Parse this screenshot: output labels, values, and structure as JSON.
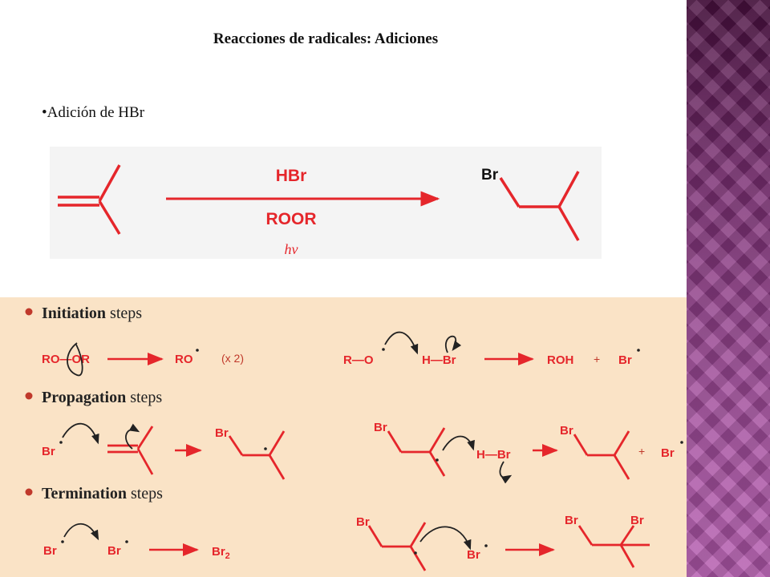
{
  "slide": {
    "title": "Reacciones de radicales: Adiciones",
    "bullet": "•Adición de HBr"
  },
  "top_reaction": {
    "reagent": "HBr",
    "peroxide": "ROOR",
    "light": "hν",
    "product_label": "Br"
  },
  "mechanism": {
    "initiation": {
      "heading_bold": "Initiation",
      "heading_rest": " steps",
      "reactant": "RO—OR",
      "product": "RO",
      "multiplier": "(x 2)",
      "r2_left": "R—O",
      "r2_h": "H—Br",
      "r2_prod1": "ROH",
      "plus": "+",
      "r2_prod2": "Br"
    },
    "propagation": {
      "heading_bold": "Propagation",
      "heading_rest": " steps",
      "br": "Br",
      "h_br": "H—Br",
      "plus": "+"
    },
    "termination": {
      "heading_bold": "Termination",
      "heading_rest": " steps",
      "br": "Br",
      "br2": "Br",
      "br2_sub": "2"
    }
  },
  "colors": {
    "accent_red": "#e5262b",
    "mechanism_bg": "#fae3c6",
    "side_panel": "#8d3f88"
  }
}
